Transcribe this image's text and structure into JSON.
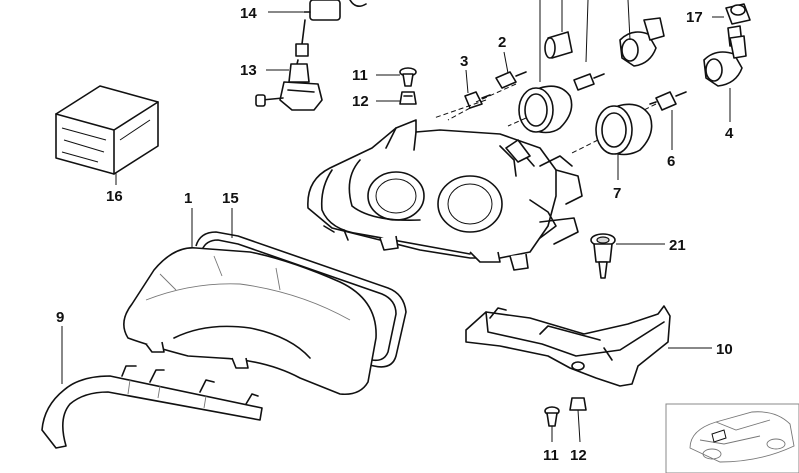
{
  "labels": {
    "p1": "1",
    "p2": "2",
    "p3": "3",
    "p4": "4",
    "p6": "6",
    "p7": "7",
    "p9": "9",
    "p10": "10",
    "p11a": "11",
    "p11b": "11",
    "p12a": "12",
    "p12b": "12",
    "p13": "13",
    "p14": "14",
    "p15": "15",
    "p16": "16",
    "p17": "17",
    "p21": "21"
  }
}
